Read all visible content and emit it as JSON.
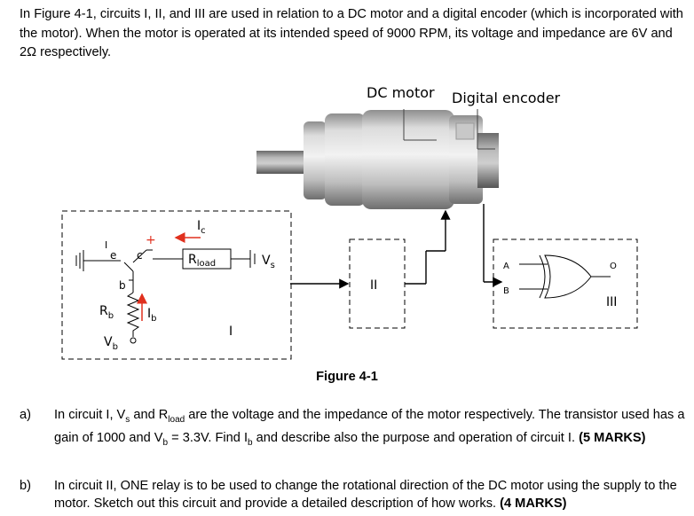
{
  "intro": "In Figure 4-1, circuits I, II, and III are used in relation to a DC motor and a digital encoder (which is incorporated with the motor). When the motor is operated at its intended speed of 9000 RPM, its voltage and impedance are 6V and 2Ω respectively.",
  "figure": {
    "caption": "Figure 4-1",
    "dc_motor_label": "DC motor",
    "encoder_label": "Digital encoder",
    "circuit1": {
      "roman": "I",
      "terminal_e": "e",
      "terminal_c": "c",
      "terminal_b": "b",
      "plus": "+",
      "i_main": "I",
      "i_sub": "c",
      "rload_main": "R",
      "rload_sub": "load",
      "vs_main": "V",
      "vs_sub": "s",
      "rb_main": "R",
      "rb_sub": "b",
      "ib_main": "I",
      "ib_sub": "b",
      "vb_main": "V",
      "vb_sub": "b",
      "left_i": "I"
    },
    "circuit2": {
      "roman": "II"
    },
    "circuit3": {
      "roman": "III",
      "in_a": "A",
      "in_b": "B",
      "out": "O"
    }
  },
  "questions": [
    {
      "label": "a)",
      "t1": "In circuit I, V",
      "t1s": "s",
      "t2": " and R",
      "t2s": "load",
      "t3": " are the voltage and the impedance of the motor respectively. The transistor used has a gain of 1000 and V",
      "t3s": "b",
      "t4": " = 3.3V. Find I",
      "t4s": "b",
      "t5": " and describe also the purpose and operation of circuit I. ",
      "marks": "(5 MARKS)"
    },
    {
      "label": "b)",
      "text": "In circuit II, ONE relay is to be used to change the rotational direction of the DC motor using the supply to the motor. Sketch out this circuit and provide a detailed description of how works. ",
      "marks": "(4 MARKS)"
    }
  ]
}
